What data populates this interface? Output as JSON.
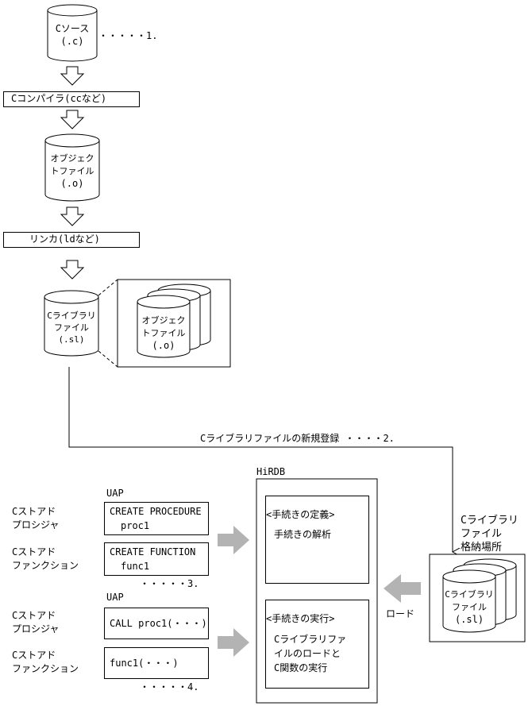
{
  "source_cyl": {
    "line1": "Cソース",
    "line2": "(.c)"
  },
  "note1": "・・・・・1.",
  "compiler_box": "Cコンパイラ(ccなど)",
  "object_cyl": {
    "line1": "オブジェク",
    "line2": "トファイル",
    "line3": "(.o)"
  },
  "linker_box": "リンカ(ldなど)",
  "clib_cyl": {
    "line1": "Cライブラリ",
    "line2": "ファイル",
    "line3": "(.sl)"
  },
  "inset_cyl": {
    "line1": "オブジェク",
    "line2": "トファイル",
    "line3": "(.o)"
  },
  "registration_label": "Cライブラリファイルの新規登録 ・・・・2.",
  "hirdb_label": "HiRDB",
  "storage_label": {
    "line1": "Cライブラリ",
    "line2": "ファイル",
    "line3": "格納場所"
  },
  "storage_cyl": {
    "line1": "Cライブラリ",
    "line2": "ファイル",
    "line3": "(.sl)"
  },
  "load_label": "ロード",
  "define_box": {
    "title": "<手続きの定義>",
    "body": "手続きの解析"
  },
  "exec_box": {
    "title": "<手続きの実行>",
    "line1": "Cライブラリファ",
    "line2": "イルのロードと",
    "line3": "C関数の実行"
  },
  "uap_top": {
    "label": "UAP",
    "proc_label": {
      "line1": "Cストアド",
      "line2": "プロシジャ"
    },
    "proc_box": {
      "line1": "CREATE PROCEDURE",
      "line2": "proc1"
    },
    "func_label": {
      "line1": "Cストアド",
      "line2": "ファンクション"
    },
    "func_box": {
      "line1": "CREATE FUNCTION",
      "line2": "func1"
    },
    "note": "・・・・・3."
  },
  "uap_bottom": {
    "label": "UAP",
    "proc_label": {
      "line1": "Cストアド",
      "line2": "プロシジャ"
    },
    "proc_box": "CALL proc1(・・・)",
    "func_label": {
      "line1": "Cストアド",
      "line2": "ファンクション"
    },
    "func_box": "func1(・・・)",
    "note": "・・・・・4."
  },
  "colors": {
    "line": "#000000",
    "gray_arrow": "#b3b3b3",
    "background": "#ffffff"
  }
}
